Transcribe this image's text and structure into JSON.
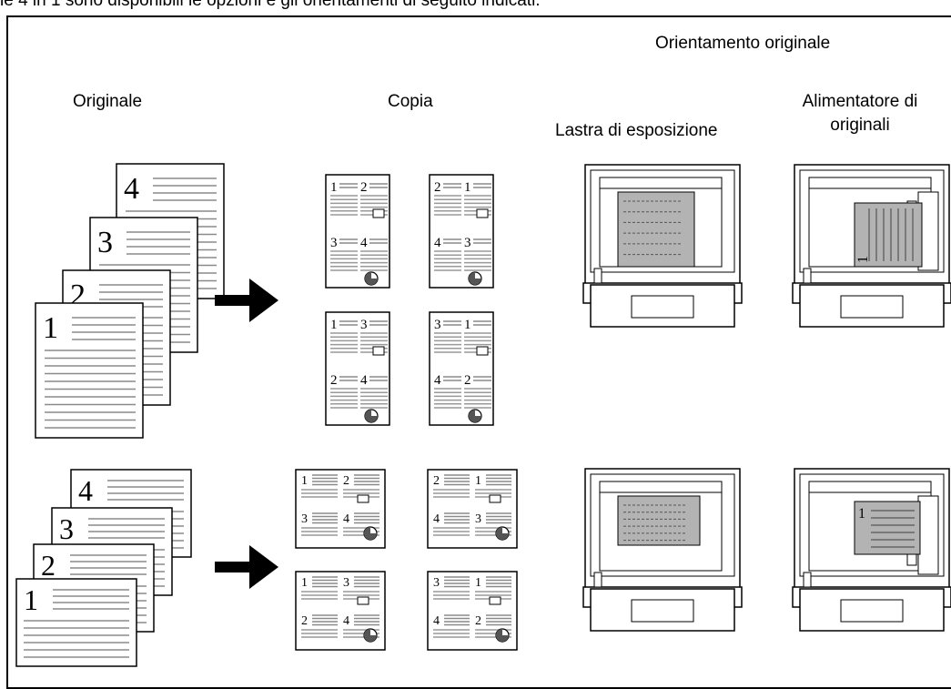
{
  "intro_text": "le 4 in 1 sono disponibili le opzioni e gli orientamenti di seguito indicati.",
  "headers": {
    "orientation": "Orientamento originale",
    "original": "Originale",
    "copy": "Copia",
    "platen": "Lastra di esposizione",
    "feeder": "Alimentatore di originali"
  },
  "page_numbers": [
    "1",
    "2",
    "3",
    "4"
  ],
  "colors": {
    "ink": "#000000",
    "paper": "#ffffff",
    "line": "#8a8a8a",
    "gray": "#b3b3b3"
  }
}
